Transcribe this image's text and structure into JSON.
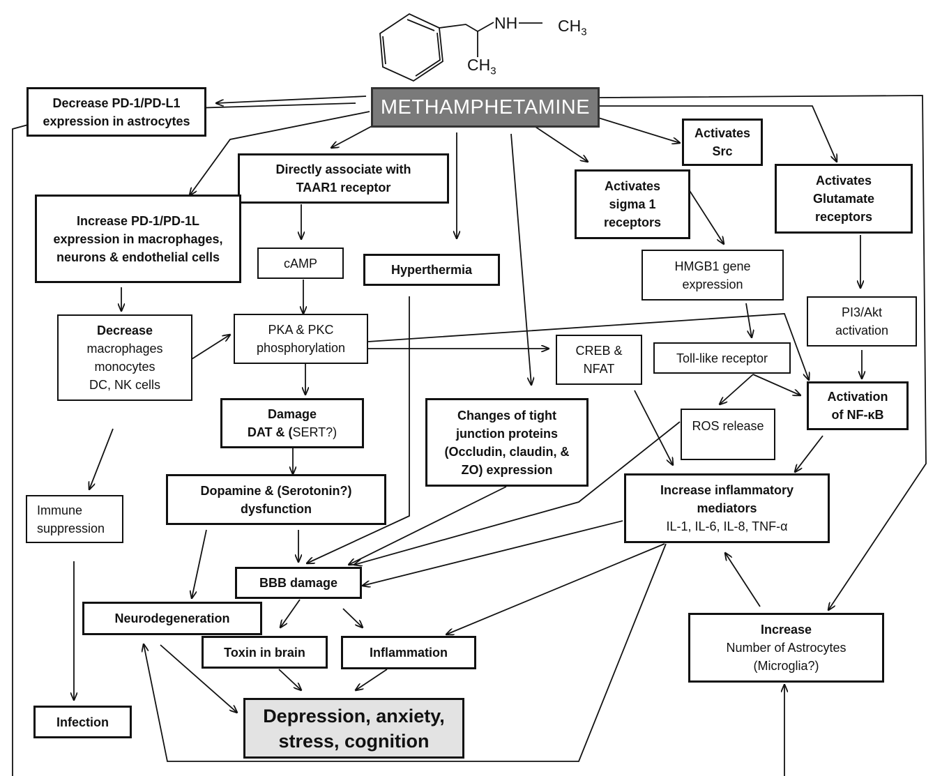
{
  "molecule": {
    "nh": "NH",
    "ch3_a": "CH",
    "ch3_b": "CH",
    "sub": "3"
  },
  "title": "METHAMPHETAMINE",
  "nodes": {
    "decrease_pd1_astro": [
      "Decrease PD-1/PD-L1",
      "expression in astrocytes"
    ],
    "taar1": [
      "Directly associate with",
      "TAAR1 receptor"
    ],
    "increase_pd1": [
      "Increase PD-1/PD-1L",
      "expression in macrophages,",
      "neurons & endothelial cells"
    ],
    "camp": "cAMP",
    "hyperthermia": "Hyperthermia",
    "activates_src": [
      "Activates",
      "Src"
    ],
    "sigma1": [
      "Activates",
      "sigma 1",
      "receptors"
    ],
    "glutamate": [
      "Activates",
      "Glutamate",
      "receptors"
    ],
    "hmgb1": [
      "HMGB1 gene",
      "expression"
    ],
    "pi3": [
      "PI3/Akt",
      "activation"
    ],
    "decrease_cells": {
      "head": "Decrease",
      "lines": [
        "macrophages",
        "monocytes",
        "DC, NK cells"
      ]
    },
    "pka": [
      "PKA & PKC",
      "phosphorylation"
    ],
    "creb": [
      "CREB &",
      "NFAT"
    ],
    "tlr": "Toll-like receptor",
    "nfkb": [
      "Activation",
      "of NF-κB"
    ],
    "dat": {
      "head": "Damage",
      "line_a": "DAT & (",
      "line_b": "SERT?)"
    },
    "tight": [
      "Changes of tight",
      "junction proteins",
      "(Occludin, claudin, &",
      "ZO) expression"
    ],
    "ros": "ROS release",
    "dopamine": [
      "Dopamine & (Serotonin?)",
      "dysfunction"
    ],
    "inflam_mediators": {
      "head": [
        "Increase inflammatory",
        "mediators"
      ],
      "line": "IL-1, IL-6, IL-8, TNF-α"
    },
    "immune": [
      "Immune",
      "suppression"
    ],
    "bbb": "BBB damage",
    "neurodegeneration": "Neurodegeneration",
    "astrocytes": {
      "head": "Increase",
      "lines": [
        "Number of Astrocytes",
        "(Microglia?)"
      ]
    },
    "toxin": "Toxin in brain",
    "inflammation": "Inflammation",
    "infection": "Infection",
    "depression": [
      "Depression, anxiety,",
      "stress, cognition"
    ]
  }
}
